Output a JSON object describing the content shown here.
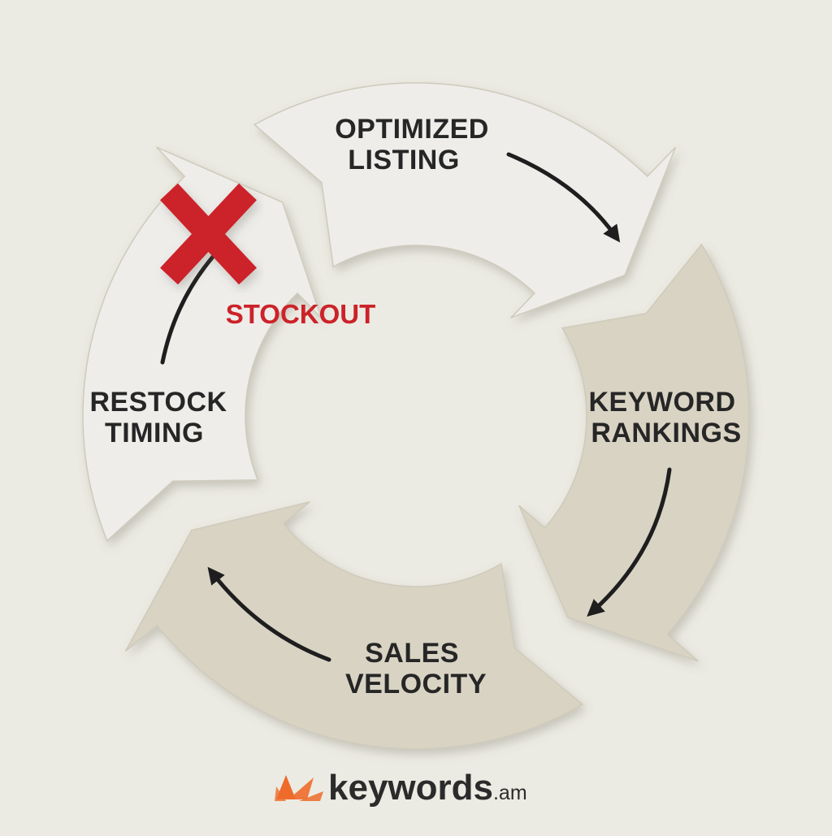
{
  "stages": [
    {
      "id": "optimized-listing",
      "lines": [
        "OPTIMIZED",
        "LISTING"
      ]
    },
    {
      "id": "keyword-rankings",
      "lines": [
        "KEYWORD",
        "RANKINGS"
      ]
    },
    {
      "id": "sales-velocity",
      "lines": [
        "SALES",
        "VELOCITY"
      ]
    },
    {
      "id": "restock-timing",
      "lines": [
        "RESTOCK",
        "TIMING"
      ]
    }
  ],
  "alert": {
    "label": "STOCKOUT"
  },
  "brand": {
    "name": "keywords",
    "suffix": ".am"
  },
  "colors": {
    "background": "#ecebe3",
    "light_segment": "#eeedea",
    "beige_segment": "#d9d3c4",
    "text": "#262626",
    "alert_red": "#cc2229",
    "brand_orange": "#ef6b2c"
  }
}
